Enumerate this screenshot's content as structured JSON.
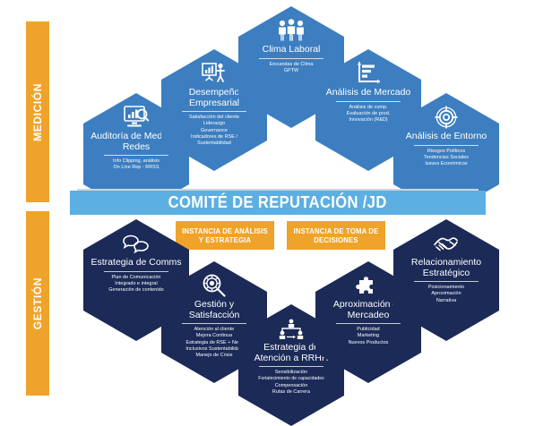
{
  "sidebar": {
    "bars": [
      {
        "id": "medicion",
        "label": "MEDICIÓN",
        "color": "#F0A32A"
      },
      {
        "id": "gestion",
        "label": "GESTIÓN",
        "color": "#F0A32A"
      }
    ]
  },
  "center": {
    "banner_label": "COMITÉ DE REPUTACIÓN /JD",
    "banner_color": "#5CAFE3"
  },
  "instances": [
    {
      "id": "analisis",
      "label": "INSTANCIA DE ANÁLISIS Y ESTRATEGIA",
      "color": "#F0A32A"
    },
    {
      "id": "decisiones",
      "label": "INSTANCIA DE TOMA DE DECISIONES",
      "color": "#F0A32A"
    }
  ],
  "measurement": {
    "color": "#3C7EC0",
    "nodes": [
      {
        "id": "auditoria",
        "icon": "monitor-chart-search-icon",
        "title": "Auditoría de Medios y Redes",
        "bullets": [
          "Info Clipping, análisis",
          "On Line Rep - RRSS"
        ]
      },
      {
        "id": "desempeno",
        "icon": "presentation-person-icon",
        "title": "Desempeño Empresarial",
        "bullets": [
          "Satisfacción del cliente",
          "Liderazgo",
          "Governance",
          "Indicadores de RSE /",
          "Sustentabilidad"
        ]
      },
      {
        "id": "clima",
        "icon": "people-group-icon",
        "title": "Clima Laboral",
        "bullets": [
          "Encuestas de Clima",
          "GPTW"
        ]
      },
      {
        "id": "mercado",
        "icon": "bar-growth-arrow-icon",
        "title": "Análisis de Mercado",
        "bullets": [
          "Análisis de comp.",
          "Evaluación de prod.",
          "Innovación (R&D)"
        ]
      },
      {
        "id": "entorno",
        "icon": "target-radar-icon",
        "title": "Análisis de Entorno",
        "bullets": [
          "Riesgos Políticos",
          "Tendencias Sociales",
          "Issues Económicos"
        ]
      }
    ]
  },
  "management": {
    "color": "#1B2A57",
    "nodes": [
      {
        "id": "comms",
        "icon": "speech-bubbles-icon",
        "title": "Estrategia de Comms",
        "bullets": [
          "Plan de Comunicación",
          "Integrado e integral",
          "Generación de contenido"
        ]
      },
      {
        "id": "gestion",
        "icon": "gear-magnifier-icon",
        "title": "Gestión y Satisfacción",
        "bullets": [
          "Atención al cliente",
          "Mejora Continua",
          "Estrategia de  RSE + Neg.",
          "Inclusivos Sustentabilidad",
          "Manejo de Crisis"
        ]
      },
      {
        "id": "rrhh",
        "icon": "org-chart-people-icon",
        "title": "Estrategia de Atención a RRHH",
        "bullets": [
          "Sensibilización",
          "Fortalecimiento de capacidades",
          "Compensación",
          "Rutas de Carrera"
        ]
      },
      {
        "id": "mercadeo",
        "icon": "puzzle-piece-icon",
        "title": "Aproximación de Mercadeo",
        "bullets": [
          "Publicidad",
          "Marketing",
          "Nuevos Productos"
        ]
      },
      {
        "id": "relacion",
        "icon": "handshake-icon",
        "title": "Relacionamiento Estratégico",
        "bullets": [
          "Posicionamiento",
          "Aproximación",
          "Narrativa"
        ]
      }
    ]
  }
}
